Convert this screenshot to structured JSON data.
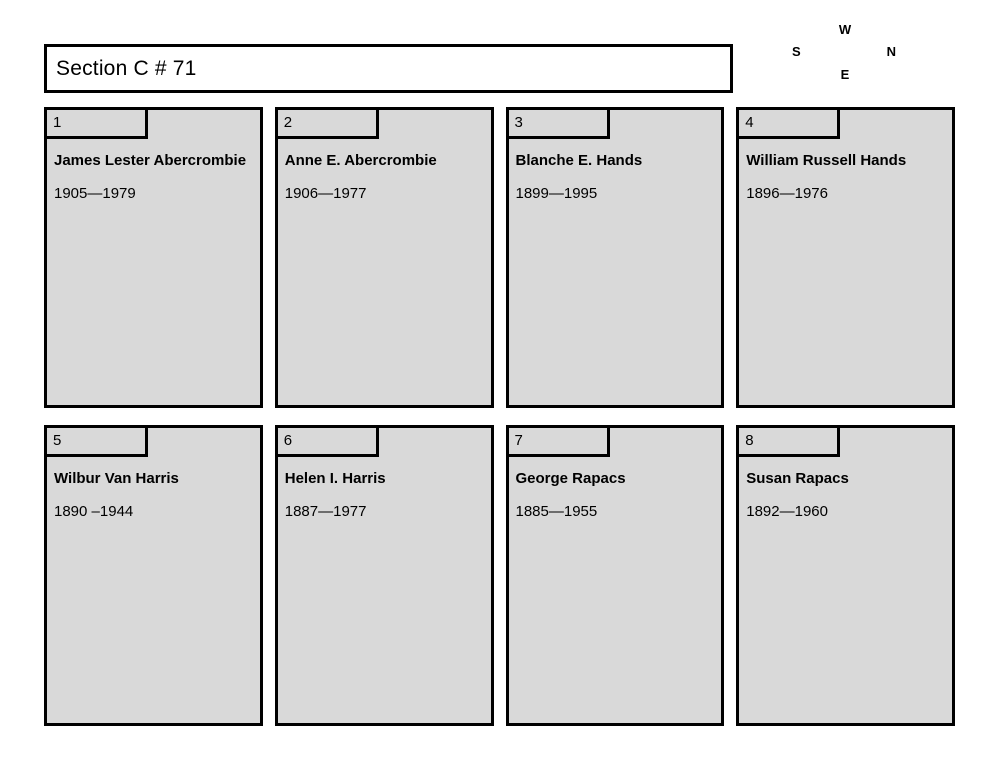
{
  "header": {
    "title": "Section C # 71"
  },
  "compass": {
    "top": "W",
    "left": "S",
    "right": "N",
    "bottom": "E"
  },
  "colors": {
    "plot_fill": "#d9d9d9",
    "border": "#000000",
    "title_fill": "#ffffff",
    "page_background": "#ffffff"
  },
  "plots": [
    {
      "number": "1",
      "name": "James Lester Abercrombie",
      "dates": "1905—1979"
    },
    {
      "number": "2",
      "name": "Anne E. Abercrombie",
      "dates": "1906—1977"
    },
    {
      "number": "3",
      "name": "Blanche E. Hands",
      "dates": "1899—1995"
    },
    {
      "number": "4",
      "name": "William Russell Hands",
      "dates": "1896—1976"
    },
    {
      "number": "5",
      "name": "Wilbur Van Harris",
      "dates": "1890 –1944"
    },
    {
      "number": "6",
      "name": "Helen I. Harris",
      "dates": "1887—1977"
    },
    {
      "number": "7",
      "name": "George Rapacs",
      "dates": "1885—1955"
    },
    {
      "number": "8",
      "name": "Susan Rapacs",
      "dates": "1892—1960"
    }
  ]
}
